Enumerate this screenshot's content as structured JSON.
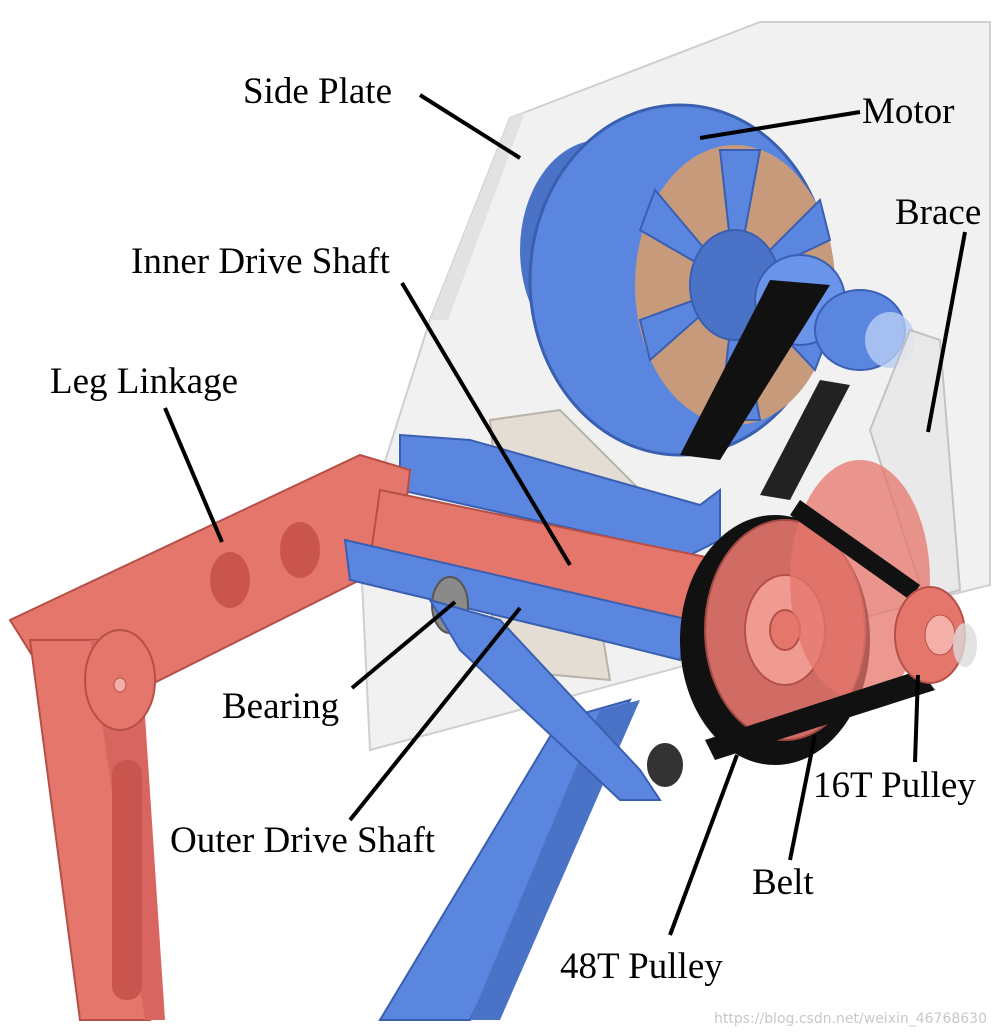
{
  "labels": {
    "side_plate": "Side Plate",
    "motor": "Motor",
    "brace": "Brace",
    "inner_drive_shaft": "Inner Drive Shaft",
    "leg_linkage": "Leg Linkage",
    "bearing": "Bearing",
    "outer_drive_shaft": "Outer Drive Shaft",
    "pulley_16t": "16T Pulley",
    "belt": "Belt",
    "pulley_48t": "48T Pulley"
  },
  "watermark": "https://blog.csdn.net/weixin_46768630",
  "colors": {
    "motor_blue": "#5b86e0",
    "linkage_red": "#e5766c",
    "plate_grey": "#efefef",
    "belt_black": "#111111",
    "bearing_grey": "#e3ddd3"
  }
}
